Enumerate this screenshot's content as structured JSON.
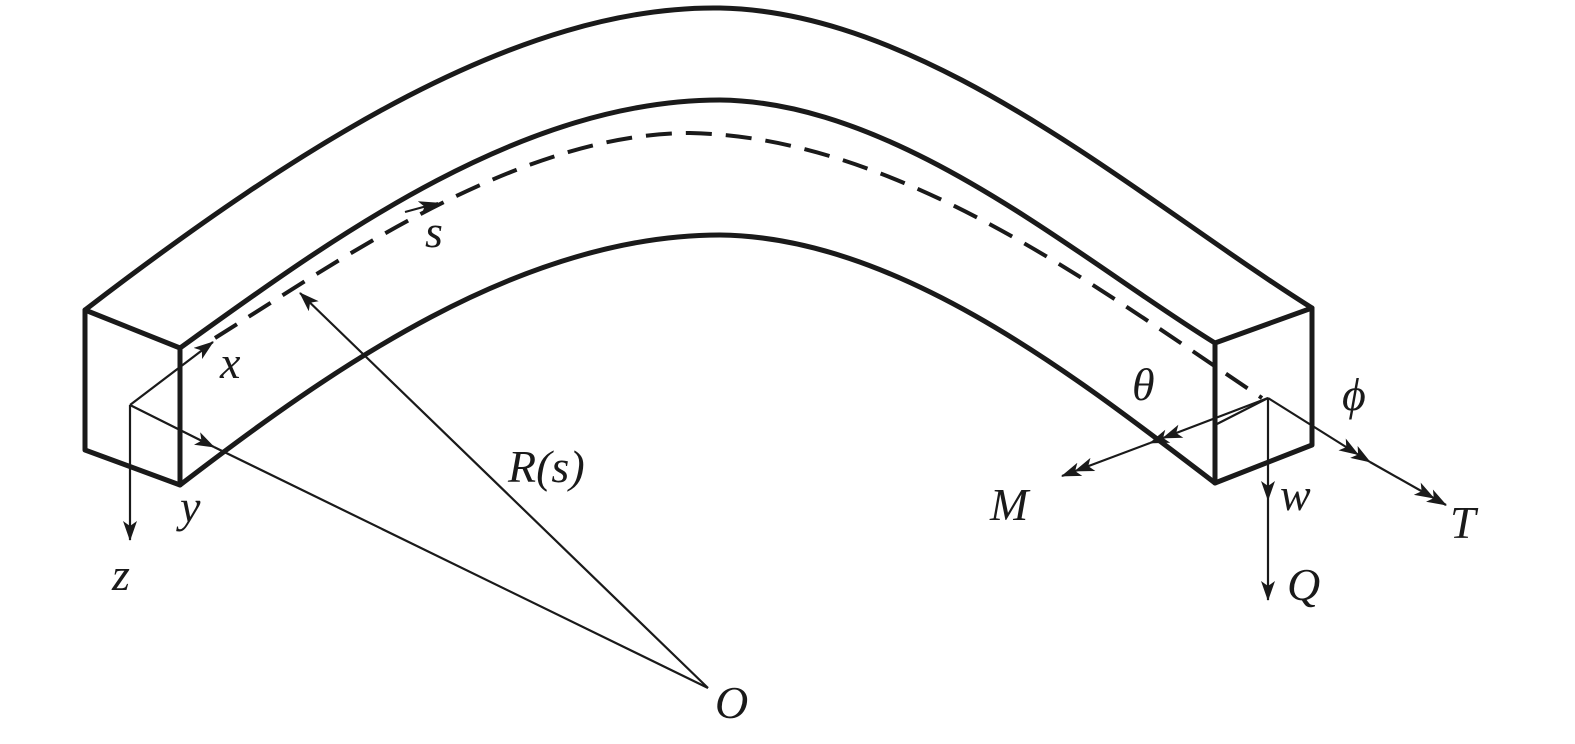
{
  "labels": {
    "s": "s",
    "x": "x",
    "y": "y",
    "z": "z",
    "radius": "R(s)",
    "origin": "O",
    "theta": "θ",
    "phi": "ϕ",
    "moment": "M",
    "torque": "T",
    "shear": "Q",
    "deflection": "w"
  },
  "colors": {
    "ink": "#1a1a1a",
    "background": "#ffffff"
  }
}
